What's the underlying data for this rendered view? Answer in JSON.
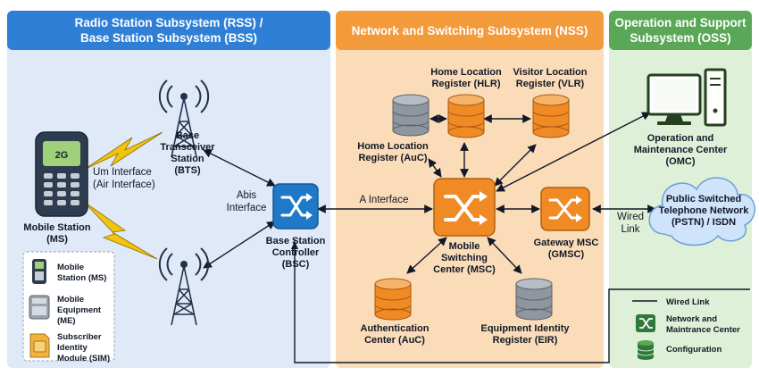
{
  "colors": {
    "rss_header": "#2f7fd6",
    "rss_panel": "#dfe9f7",
    "nss_header": "#f39a3b",
    "nss_panel": "#fbdcb8",
    "oss_header": "#5aa857",
    "oss_panel": "#dff0d8",
    "switch_blue": "#1f78c8",
    "switch_orange": "#f08a24",
    "db_orange": "#f08a24",
    "db_gray": "#8f96a0",
    "bolt": "#f2c40f",
    "cloud": "#cfe3fa"
  },
  "panels": {
    "rss": {
      "title_line1": "Radio Station Subsystem (RSS) /",
      "title_line2": "Base Station Subsystem (BSS)"
    },
    "nss": {
      "title": "Network and Switching Subsystem (NSS)"
    },
    "oss": {
      "title_line1": "Operation and Support",
      "title_line2": "Subsystem (OSS)"
    }
  },
  "nodes": {
    "ms": {
      "line1": "Mobile Station",
      "line2": "(MS)",
      "screen_text": "2G",
      "icon": "phone-icon"
    },
    "bts": {
      "line1": "Base",
      "line2": "Transceiver",
      "line3": "Station",
      "line4": "(BTS)",
      "icon": "tower-icon"
    },
    "bsc": {
      "line1": "Base Station",
      "line2": "Controller",
      "line3": "(BSC)",
      "icon": "switch-icon"
    },
    "msc": {
      "line1": "Mobile",
      "line2": "Switching",
      "line3": "Center (MSC)",
      "icon": "switch-icon"
    },
    "gmsc": {
      "line1": "Gateway MSC",
      "line2": "(GMSC)",
      "icon": "switch-icon"
    },
    "hlr": {
      "line1": "Home Location",
      "line2": "Register (HLR)",
      "icon": "database-icon"
    },
    "vlr": {
      "line1": "Visitor Location",
      "line2": "Register (VLR)",
      "icon": "database-icon"
    },
    "auc_top": {
      "line1": "Home Location",
      "line2": "Register (AuC)",
      "icon": "database-icon"
    },
    "auc": {
      "line1": "Authentication",
      "line2": "Center (AuC)",
      "icon": "database-icon"
    },
    "eir": {
      "line1": "Equipment Identity",
      "line2": "Register (EIR)",
      "icon": "database-icon"
    },
    "omc": {
      "line1": "Operation and",
      "line2": "Maintenance Center",
      "line3": "(OMC)",
      "icon": "computer-icon"
    },
    "pstn": {
      "line1": "Public Switched",
      "line2": "Telephone Network",
      "line3": "(PSTN) / ISDN",
      "icon": "cloud-icon"
    }
  },
  "interfaces": {
    "um_line1": "Um Interface",
    "um_line2": "(Air Interface)",
    "abis_line1": "Abis",
    "abis_line2": "Interface",
    "a_interface": "A Interface",
    "wired_line1": "Wired",
    "wired_line2": "Link"
  },
  "ms_legend": [
    {
      "line1": "Mobile",
      "line2": "Station (MS)",
      "line3": "",
      "icon": "phone-icon"
    },
    {
      "line1": "Mobile",
      "line2": "Equipment",
      "line3": "(ME)",
      "icon": "equipment-icon"
    },
    {
      "line1": "Subscriber",
      "line2": "Identity",
      "line3": "Module (SIM)",
      "icon": "sim-icon"
    }
  ],
  "legend": [
    {
      "line1": "Wired Link",
      "line2": "",
      "icon": "line-icon"
    },
    {
      "line1": "Network and",
      "line2": "Maintrance Center",
      "icon": "switch-icon"
    },
    {
      "line1": "Configuration",
      "line2": "",
      "icon": "database-icon"
    }
  ]
}
